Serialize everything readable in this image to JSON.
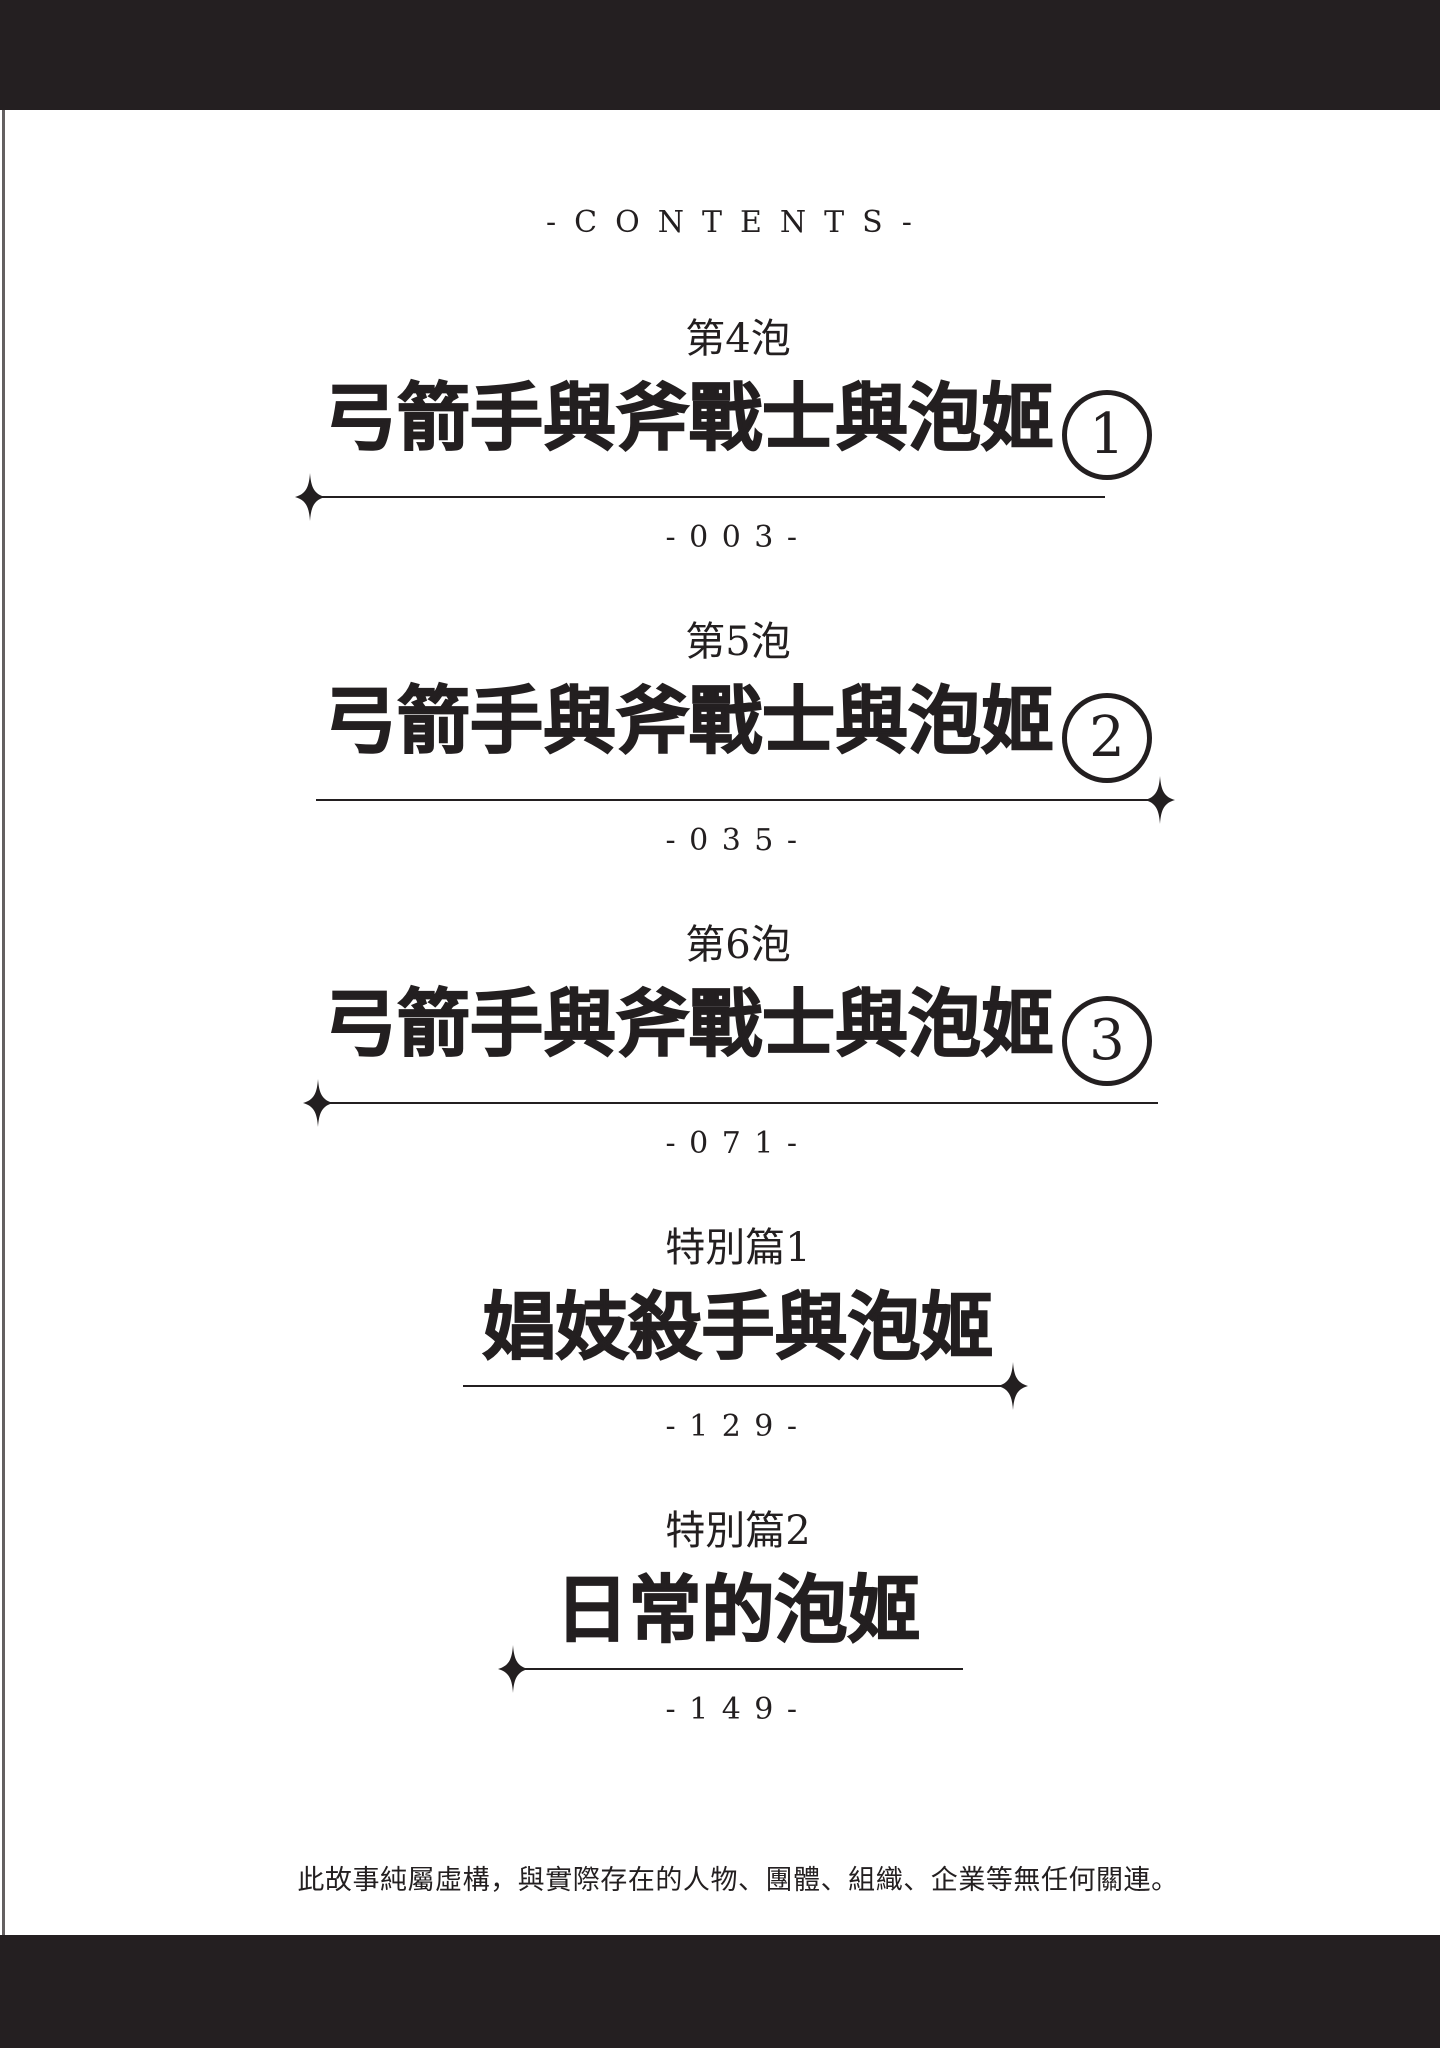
{
  "page": {
    "header": {
      "contents_label": "-CONTENTS-"
    },
    "footer": {
      "disclaimer": "此故事純屬虛構，與實際存在的人物、團體、組織、企業等無任何關連。"
    },
    "colors": {
      "ink": "#231f20",
      "paper": "#ffffff",
      "border_bars": "#241f21"
    }
  },
  "entries": [
    {
      "chapter_label": "第4泡",
      "title": "弓箭手與斧戰士與泡姬",
      "circled_number": "1",
      "page_number": "-003-"
    },
    {
      "chapter_label": "第5泡",
      "title": "弓箭手與斧戰士與泡姬",
      "circled_number": "2",
      "page_number": "-035-"
    },
    {
      "chapter_label": "第6泡",
      "title": "弓箭手與斧戰士與泡姬",
      "circled_number": "3",
      "page_number": "-071-"
    },
    {
      "chapter_label": "特別篇1",
      "title": "娼妓殺手與泡姬",
      "circled_number": "",
      "page_number": "-129-"
    },
    {
      "chapter_label": "特別篇2",
      "title": "日常的泡姬",
      "circled_number": "",
      "page_number": "-149-"
    }
  ]
}
